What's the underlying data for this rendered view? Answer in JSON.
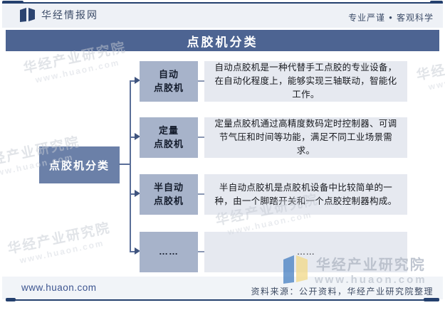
{
  "header": {
    "brand": "华经情报网",
    "tagline_left": "专业严谨",
    "tagline_sep": "●",
    "tagline_right": "客观科学"
  },
  "title": "点胶机分类",
  "diagram": {
    "root": "点胶机分类",
    "branches": [
      {
        "label": "自动\n点胶机",
        "description": "自动点胶机是一种代替手工点胶的专业设备，在自动化程度上，能够实现三轴联动，智能化工作。"
      },
      {
        "label": "定量\n点胶机",
        "description": "定量点胶机通过高精度数码定时控制器、可调节气压和时间等功能，满足不同工业场景需求。"
      },
      {
        "label": "半自动\n点胶机",
        "description": "半自动点胶机是点胶机设备中比较简单的一种，由一个脚踏开关和一个点胶控制器构成。"
      },
      {
        "label": "……",
        "description": "……"
      }
    ]
  },
  "watermark": {
    "name": "华经产业研究院",
    "url": "www.huaon.com"
  },
  "footer": {
    "website": "www.huaon.com",
    "source": "资料来源：公开资料，华经产业研究院整理"
  },
  "colors": {
    "accent_navy": "#24406e",
    "title_band": "#4d6492",
    "root_box": "#6b80a8",
    "category_box": "#a7b3ca",
    "description_box": "#e6e9f0",
    "connector": "#5a6e98",
    "header_band": "#eef1f6",
    "watermark_gray": "#c5cad3",
    "logo_blue": "#3f7ac0",
    "logo_yellow": "#f2d98a"
  }
}
